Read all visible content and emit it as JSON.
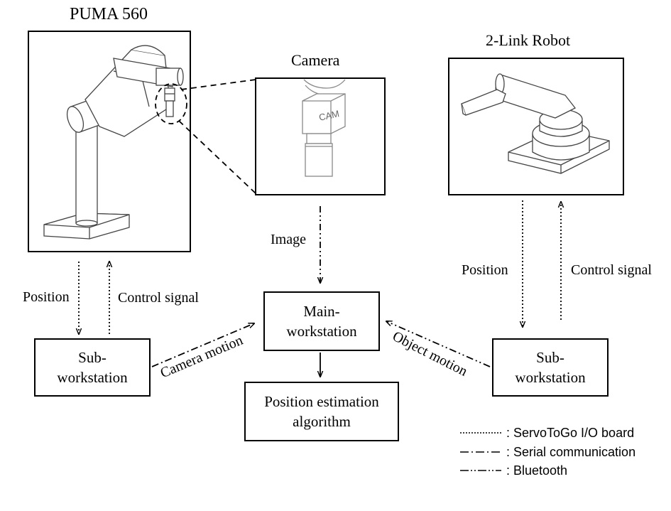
{
  "titles": {
    "puma": "PUMA 560",
    "camera": "Camera",
    "two_link": "2-Link Robot",
    "cam_tag": "CAM"
  },
  "boxes": {
    "main": "Main-\nworkstation",
    "sub_left": "Sub-\nworkstation",
    "sub_right": "Sub-\nworkstation",
    "position_estimation": "Position estimation\nalgorithm"
  },
  "edge_labels": {
    "image": "Image",
    "left_position": "Position",
    "left_control": "Control signal",
    "right_position": "Position",
    "right_control": "Control signal",
    "camera_motion": "Camera motion",
    "object_motion": "Object motion"
  },
  "legend": [
    {
      "line_style": "dotted",
      "label": ": ServoToGo I/O board"
    },
    {
      "line_style": "dash-dot",
      "label": ": Serial communication"
    },
    {
      "line_style": "dash-dot-dot",
      "label": ": Bluetooth"
    }
  ]
}
